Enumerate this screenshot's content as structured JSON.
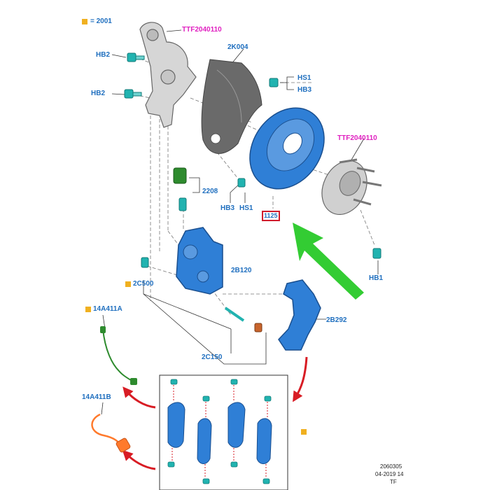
{
  "labels": {
    "legend_eq": "= 2001",
    "ttf_knuckle": "TTF2040110",
    "ttf_hub": "TTF2040110",
    "hb2_a": "HB2",
    "hb2_b": "HB2",
    "shield": "2K004",
    "hs1_a": "HS1",
    "hb3_a": "HB3",
    "sensor_2208": "2208",
    "hb3_b": "HB3",
    "hs1_b": "HS1",
    "disc": "1125",
    "caliper": "2B120",
    "c500": "2C500",
    "sensor_a": "14A411A",
    "bracket": "2B292",
    "pin_kit": "2C150",
    "hb1": "HB1",
    "sensor_b": "14A411B"
  },
  "footer": {
    "code": "2060305",
    "date": "04-2019 14",
    "suffix": "TF"
  },
  "colors": {
    "label_blue": "#1f6fbf",
    "label_pink": "#e020c0",
    "legend_square": "#f0b020",
    "highlight_red": "#d01c2c",
    "arrow_green": "#33cc33",
    "arrow_red": "#d81c24",
    "part_blue": "#2f7fd6"
  }
}
